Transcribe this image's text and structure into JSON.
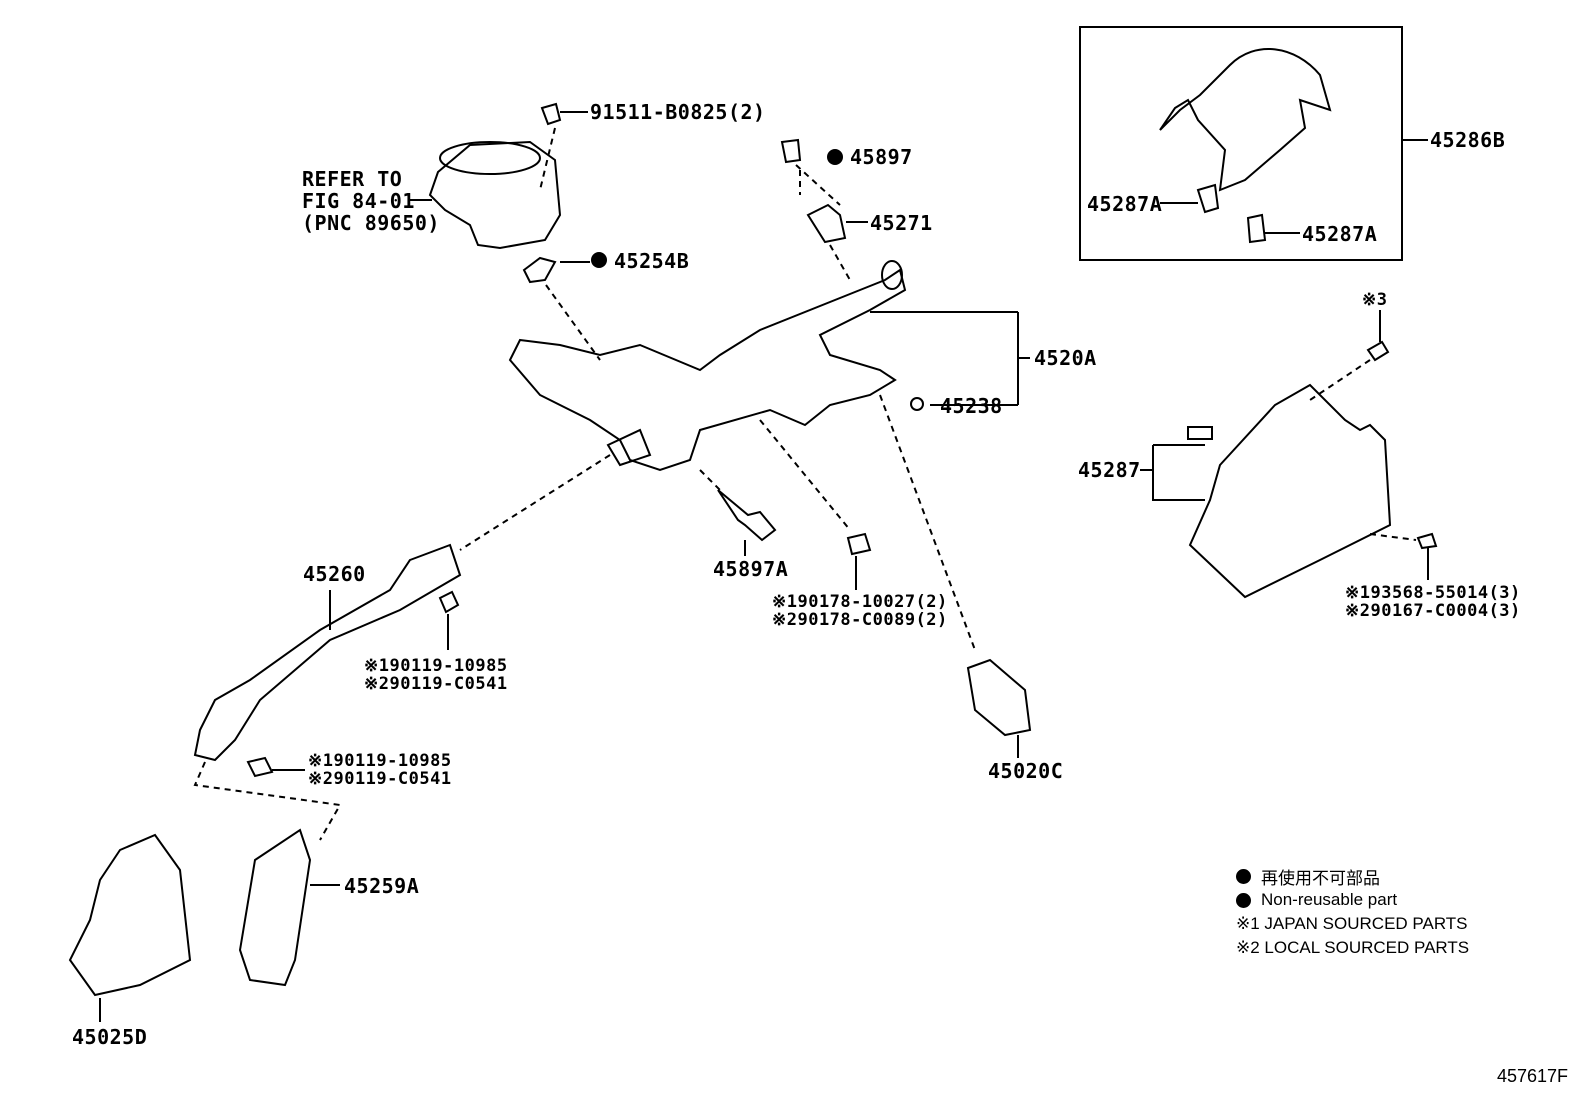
{
  "labels": {
    "bolt_top": "91511-B0825(2)",
    "refer_line1": "REFER TO",
    "refer_line2": "FIG 84-01",
    "refer_line3": "(PNC 89650)",
    "p45254B": "45254B",
    "p45897": "45897",
    "p45271": "45271",
    "p4520A": "4520A",
    "p45238": "45238",
    "p45260": "45260",
    "p45897A": "45897A",
    "nut_j": "※190178-10027(2)",
    "nut_l": "※290178-C0089(2)",
    "shaft_bolt_j1": "※190119-10985",
    "shaft_bolt_l1": "※290119-C0541",
    "shaft_bolt_j2": "※190119-10985",
    "shaft_bolt_l2": "※290119-C0541",
    "p45020C": "45020C",
    "p45259A": "45259A",
    "p45025D": "45025D",
    "p45286B": "45286B",
    "p45287A_left": "45287A",
    "p45287A_right": "45287A",
    "p45287": "45287",
    "ref3": "※3",
    "cover_screw_j": "※193568-55014(3)",
    "cover_screw_l": "※290167-C0004(3)"
  },
  "legend": {
    "non_reuse_jp": "再使用不可部品",
    "non_reuse_en": "Non-reusable part",
    "japan": "※1 JAPAN SOURCED PARTS",
    "local": "※2 LOCAL SOURCED PARTS"
  },
  "figure_id": "457617F"
}
